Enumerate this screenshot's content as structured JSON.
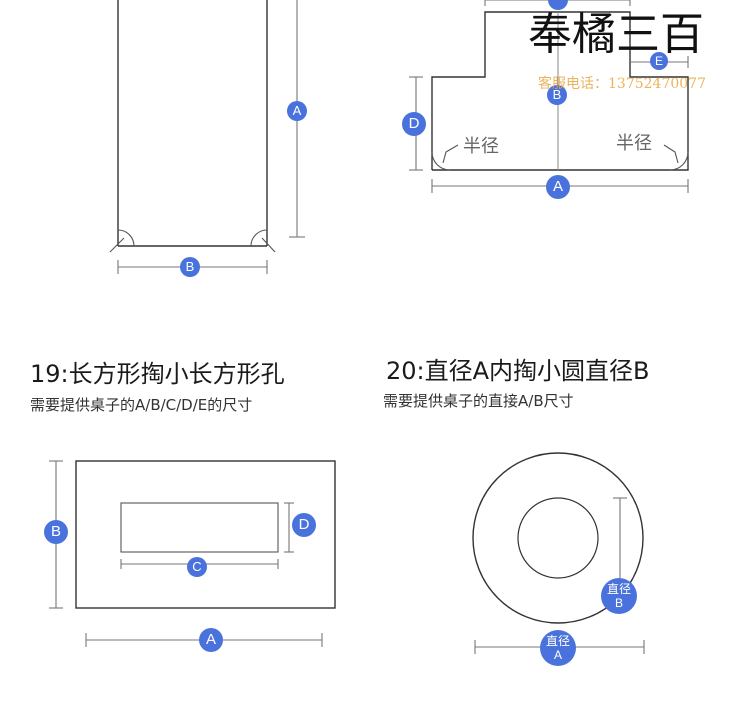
{
  "watermark": {
    "brand": "奉橘三百",
    "phone_label": "客服电话：",
    "phone_number": "13752470077"
  },
  "diagram_tall_rect": {
    "label_a": "A",
    "label_b": "B"
  },
  "diagram_t_shape": {
    "label_a": "A",
    "label_b": "B",
    "label_d": "D",
    "label_e": "E",
    "radius_left": "半径",
    "radius_right": "半径"
  },
  "section_19": {
    "title": "19:长方形掏小长方形孔",
    "subtitle": "需要提供桌子的A/B/C/D/E的尺寸",
    "label_a": "A",
    "label_b": "B",
    "label_c": "C",
    "label_d": "D"
  },
  "section_20": {
    "title": "20:直径A内掏小圆直径B",
    "subtitle": "需要提供桌子的直接A/B尺寸",
    "label_a_line1": "直径",
    "label_a_line2": "A",
    "label_b_line1": "直径",
    "label_b_line2": "B"
  },
  "colors": {
    "badge": "#4a72dc",
    "line": "#333333",
    "dimension": "#777777",
    "phone": "#e8a840"
  }
}
